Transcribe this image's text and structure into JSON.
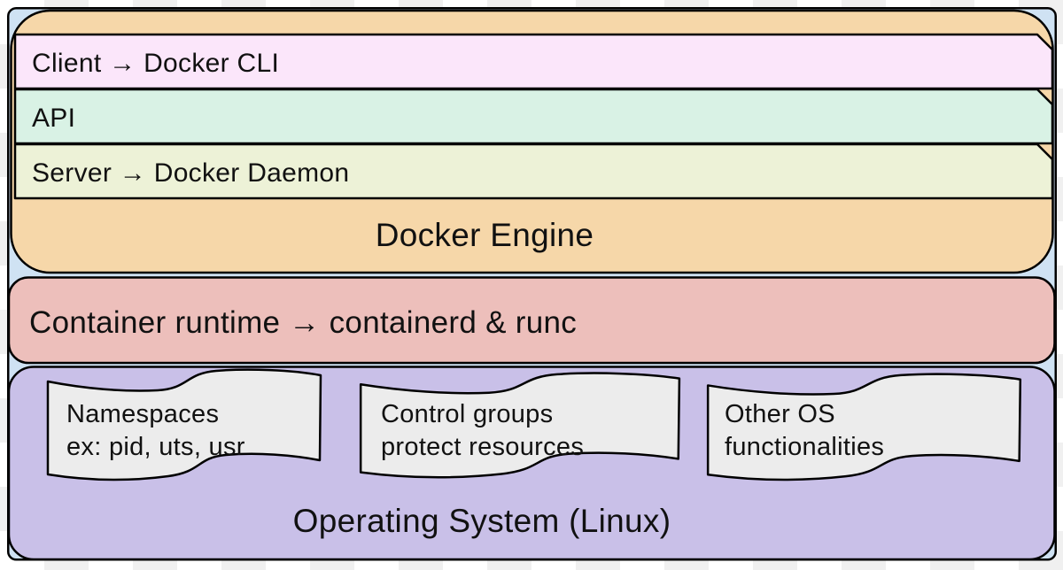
{
  "title": "Docker architecture diagram",
  "colors": {
    "checker_light": "#ffffff",
    "checker_dark": "#f0f0f0",
    "frame": "#cfe2f3",
    "engine": "#f6d7a9",
    "client": "#fbe6fa",
    "api": "#d9f2e5",
    "server": "#edf2d7",
    "runtime": "#edbfbb",
    "os": "#c9c0e8",
    "note": "#ececec",
    "border": "#000000",
    "text": "#111111"
  },
  "engine": {
    "client_label": "Client → Docker CLI",
    "api_label": "API",
    "server_label": "Server → Docker Daemon",
    "title": "Docker Engine"
  },
  "runtime": {
    "label": "Container runtime → containerd & runc"
  },
  "os": {
    "title": "Operating System (Linux)",
    "notes": [
      {
        "line1": "Namespaces",
        "line2": "ex: pid, uts, usr"
      },
      {
        "line1": "Control groups",
        "line2": "protect resources"
      },
      {
        "line1": "Other OS",
        "line2": "functionalities"
      }
    ]
  }
}
